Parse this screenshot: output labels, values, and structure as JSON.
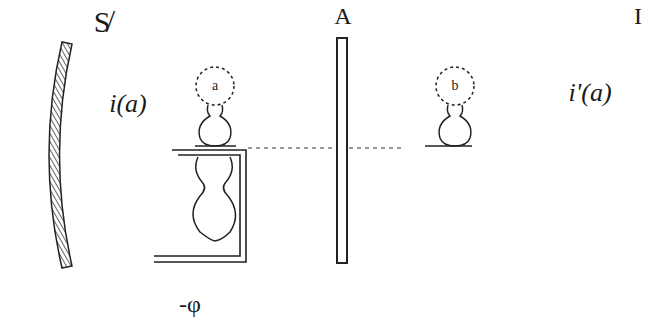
{
  "diagram": {
    "labels": [
      "S̸",
      "A",
      "I",
      "i(a)",
      "i'(a)",
      "-φ",
      "a",
      "b"
    ]
  }
}
